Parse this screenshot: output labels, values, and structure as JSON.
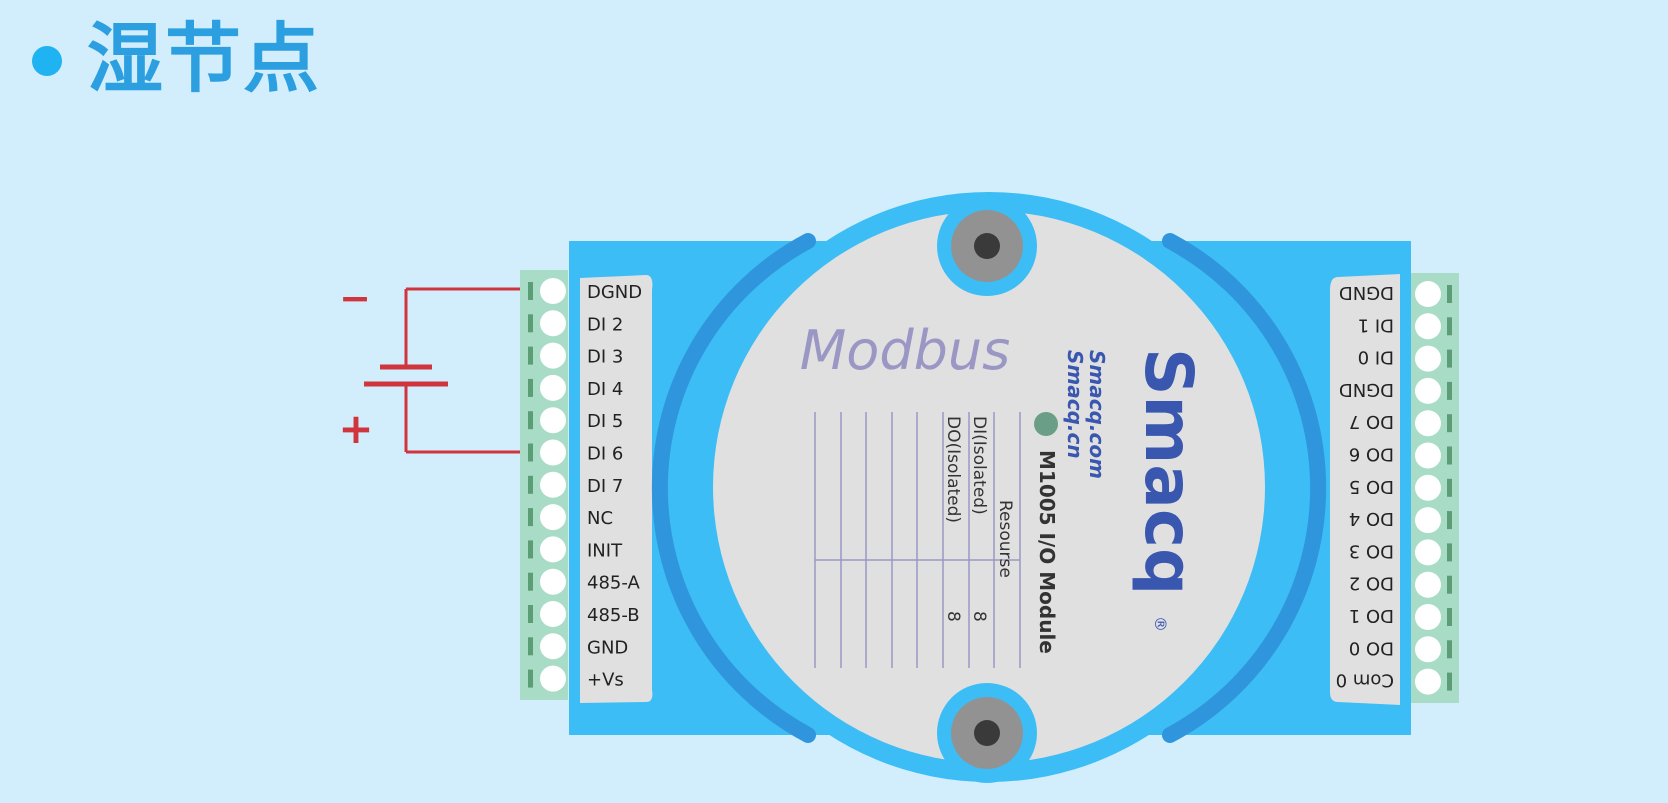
{
  "title": "湿节点",
  "battery": {
    "minus": "−",
    "plus": "+"
  },
  "left_terminals": [
    "DGND",
    "DI 2",
    "DI 3",
    "DI 4",
    "DI 5",
    "DI 6",
    "DI 7",
    "NC",
    "INIT",
    "485-A",
    "485-B",
    "GND",
    "+Vs"
  ],
  "right_terminals": [
    "DGND",
    "DI 1",
    "DI 0",
    "DGND",
    "DO 7",
    "DO 6",
    "DO 5",
    "DO 4",
    "DO 3",
    "DO 2",
    "DO 1",
    "DO 0",
    "Com 0"
  ],
  "device": {
    "protocol": "Modbus",
    "brand": "Smacq",
    "registered": "®",
    "website1": "Smacq.com",
    "website2": "Smacq.cn",
    "model": "M1005 I/O Module",
    "resource_header": "Resourse",
    "resources": [
      {
        "name": "DI(Isolated)",
        "count": "8"
      },
      {
        "name": "DO(Isolated)",
        "count": "8"
      }
    ]
  },
  "colors": {
    "background": "#d2eefc",
    "title": "#2c9fe0",
    "body_blue": "#3dbdf5",
    "arc_blue": "#2f95dd",
    "face_gray": "#e0e0e0",
    "terminal_green": "#a9dcc6",
    "wire_red": "#d0343c",
    "brand_blue": "#3a57b0",
    "modbus_purple": "#9b97c4"
  }
}
